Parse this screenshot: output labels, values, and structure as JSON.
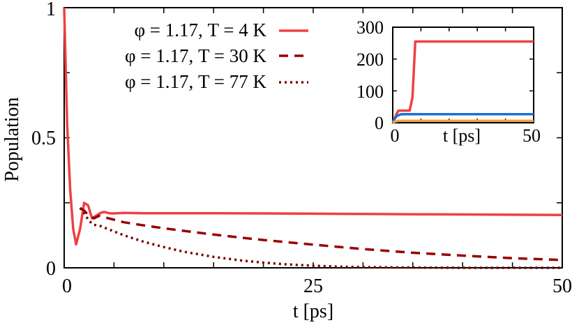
{
  "chart_data": [
    {
      "type": "line",
      "title": "",
      "xlabel": "t [ps]",
      "ylabel": "Population",
      "xlim": [
        0,
        50
      ],
      "ylim": [
        0,
        1
      ],
      "xticks": [
        "0",
        "25",
        "50"
      ],
      "yticks": [
        "0",
        "0.5",
        "1"
      ],
      "grid": false,
      "legend_position": "top-left",
      "series": [
        {
          "name": "φ = 1.17, T = 4 K",
          "color": "#f04040",
          "style": "solid",
          "x": [
            0,
            0.3,
            0.6,
            0.9,
            1.2,
            1.6,
            2.0,
            2.4,
            2.8,
            3.2,
            3.6,
            4.0,
            4.5,
            5.0,
            6.0,
            8.0,
            10,
            15,
            20,
            25,
            30,
            35,
            40,
            45,
            50
          ],
          "y": [
            1.0,
            0.55,
            0.3,
            0.15,
            0.09,
            0.15,
            0.25,
            0.24,
            0.19,
            0.2,
            0.21,
            0.215,
            0.21,
            0.209,
            0.211,
            0.21,
            0.21,
            0.21,
            0.209,
            0.208,
            0.207,
            0.206,
            0.205,
            0.204,
            0.203
          ]
        },
        {
          "name": "φ = 1.17, T = 30 K",
          "color": "#990000",
          "style": "dashed",
          "x": [
            1.6,
            2.0,
            2.5,
            3.0,
            3.5,
            4.0,
            5.0,
            6.0,
            8.0,
            10,
            12,
            15,
            18,
            20,
            25,
            30,
            35,
            40,
            45,
            50
          ],
          "y": [
            0.23,
            0.22,
            0.2,
            0.19,
            0.2,
            0.195,
            0.185,
            0.175,
            0.163,
            0.152,
            0.142,
            0.128,
            0.115,
            0.107,
            0.089,
            0.072,
            0.058,
            0.047,
            0.037,
            0.03
          ]
        },
        {
          "name": "φ = 1.17, T = 77 K",
          "color": "#7a0000",
          "style": "dotted",
          "x": [
            1.6,
            2.0,
            2.5,
            3.0,
            3.5,
            4.0,
            5.0,
            6.0,
            8.0,
            10,
            12,
            15,
            18,
            20,
            22,
            25,
            28,
            30,
            35,
            40,
            45,
            50
          ],
          "y": [
            0.23,
            0.21,
            0.18,
            0.165,
            0.163,
            0.155,
            0.14,
            0.125,
            0.1,
            0.08,
            0.062,
            0.042,
            0.027,
            0.02,
            0.014,
            0.008,
            0.004,
            0.003,
            0.001,
            0.0,
            0.0,
            0.0
          ]
        }
      ]
    },
    {
      "type": "line",
      "title": "",
      "xlabel": "t [ps]",
      "ylabel": "",
      "xlim": [
        0,
        50
      ],
      "ylim": [
        0,
        300
      ],
      "xticks": [
        "0",
        "50"
      ],
      "yticks": [
        "0",
        "100",
        "200",
        "300"
      ],
      "grid": false,
      "inset": true,
      "series": [
        {
          "color": "#f04040",
          "x": [
            0,
            0.5,
            1.2,
            2.0,
            3.0,
            4.0,
            5.0,
            6.0,
            7.0,
            8.0,
            10,
            20,
            30,
            40,
            50
          ],
          "y": [
            0,
            10,
            25,
            38,
            38,
            38,
            38,
            38,
            80,
            255,
            255,
            255,
            255,
            255,
            255
          ]
        },
        {
          "color": "#1f6fd0",
          "x": [
            0,
            0.5,
            1.5,
            3.0,
            50
          ],
          "y": [
            0,
            10,
            22,
            27,
            27
          ]
        },
        {
          "color": "#f4a040",
          "x": [
            0,
            0.5,
            2.0,
            50
          ],
          "y": [
            0,
            3,
            6,
            6
          ]
        }
      ]
    }
  ]
}
